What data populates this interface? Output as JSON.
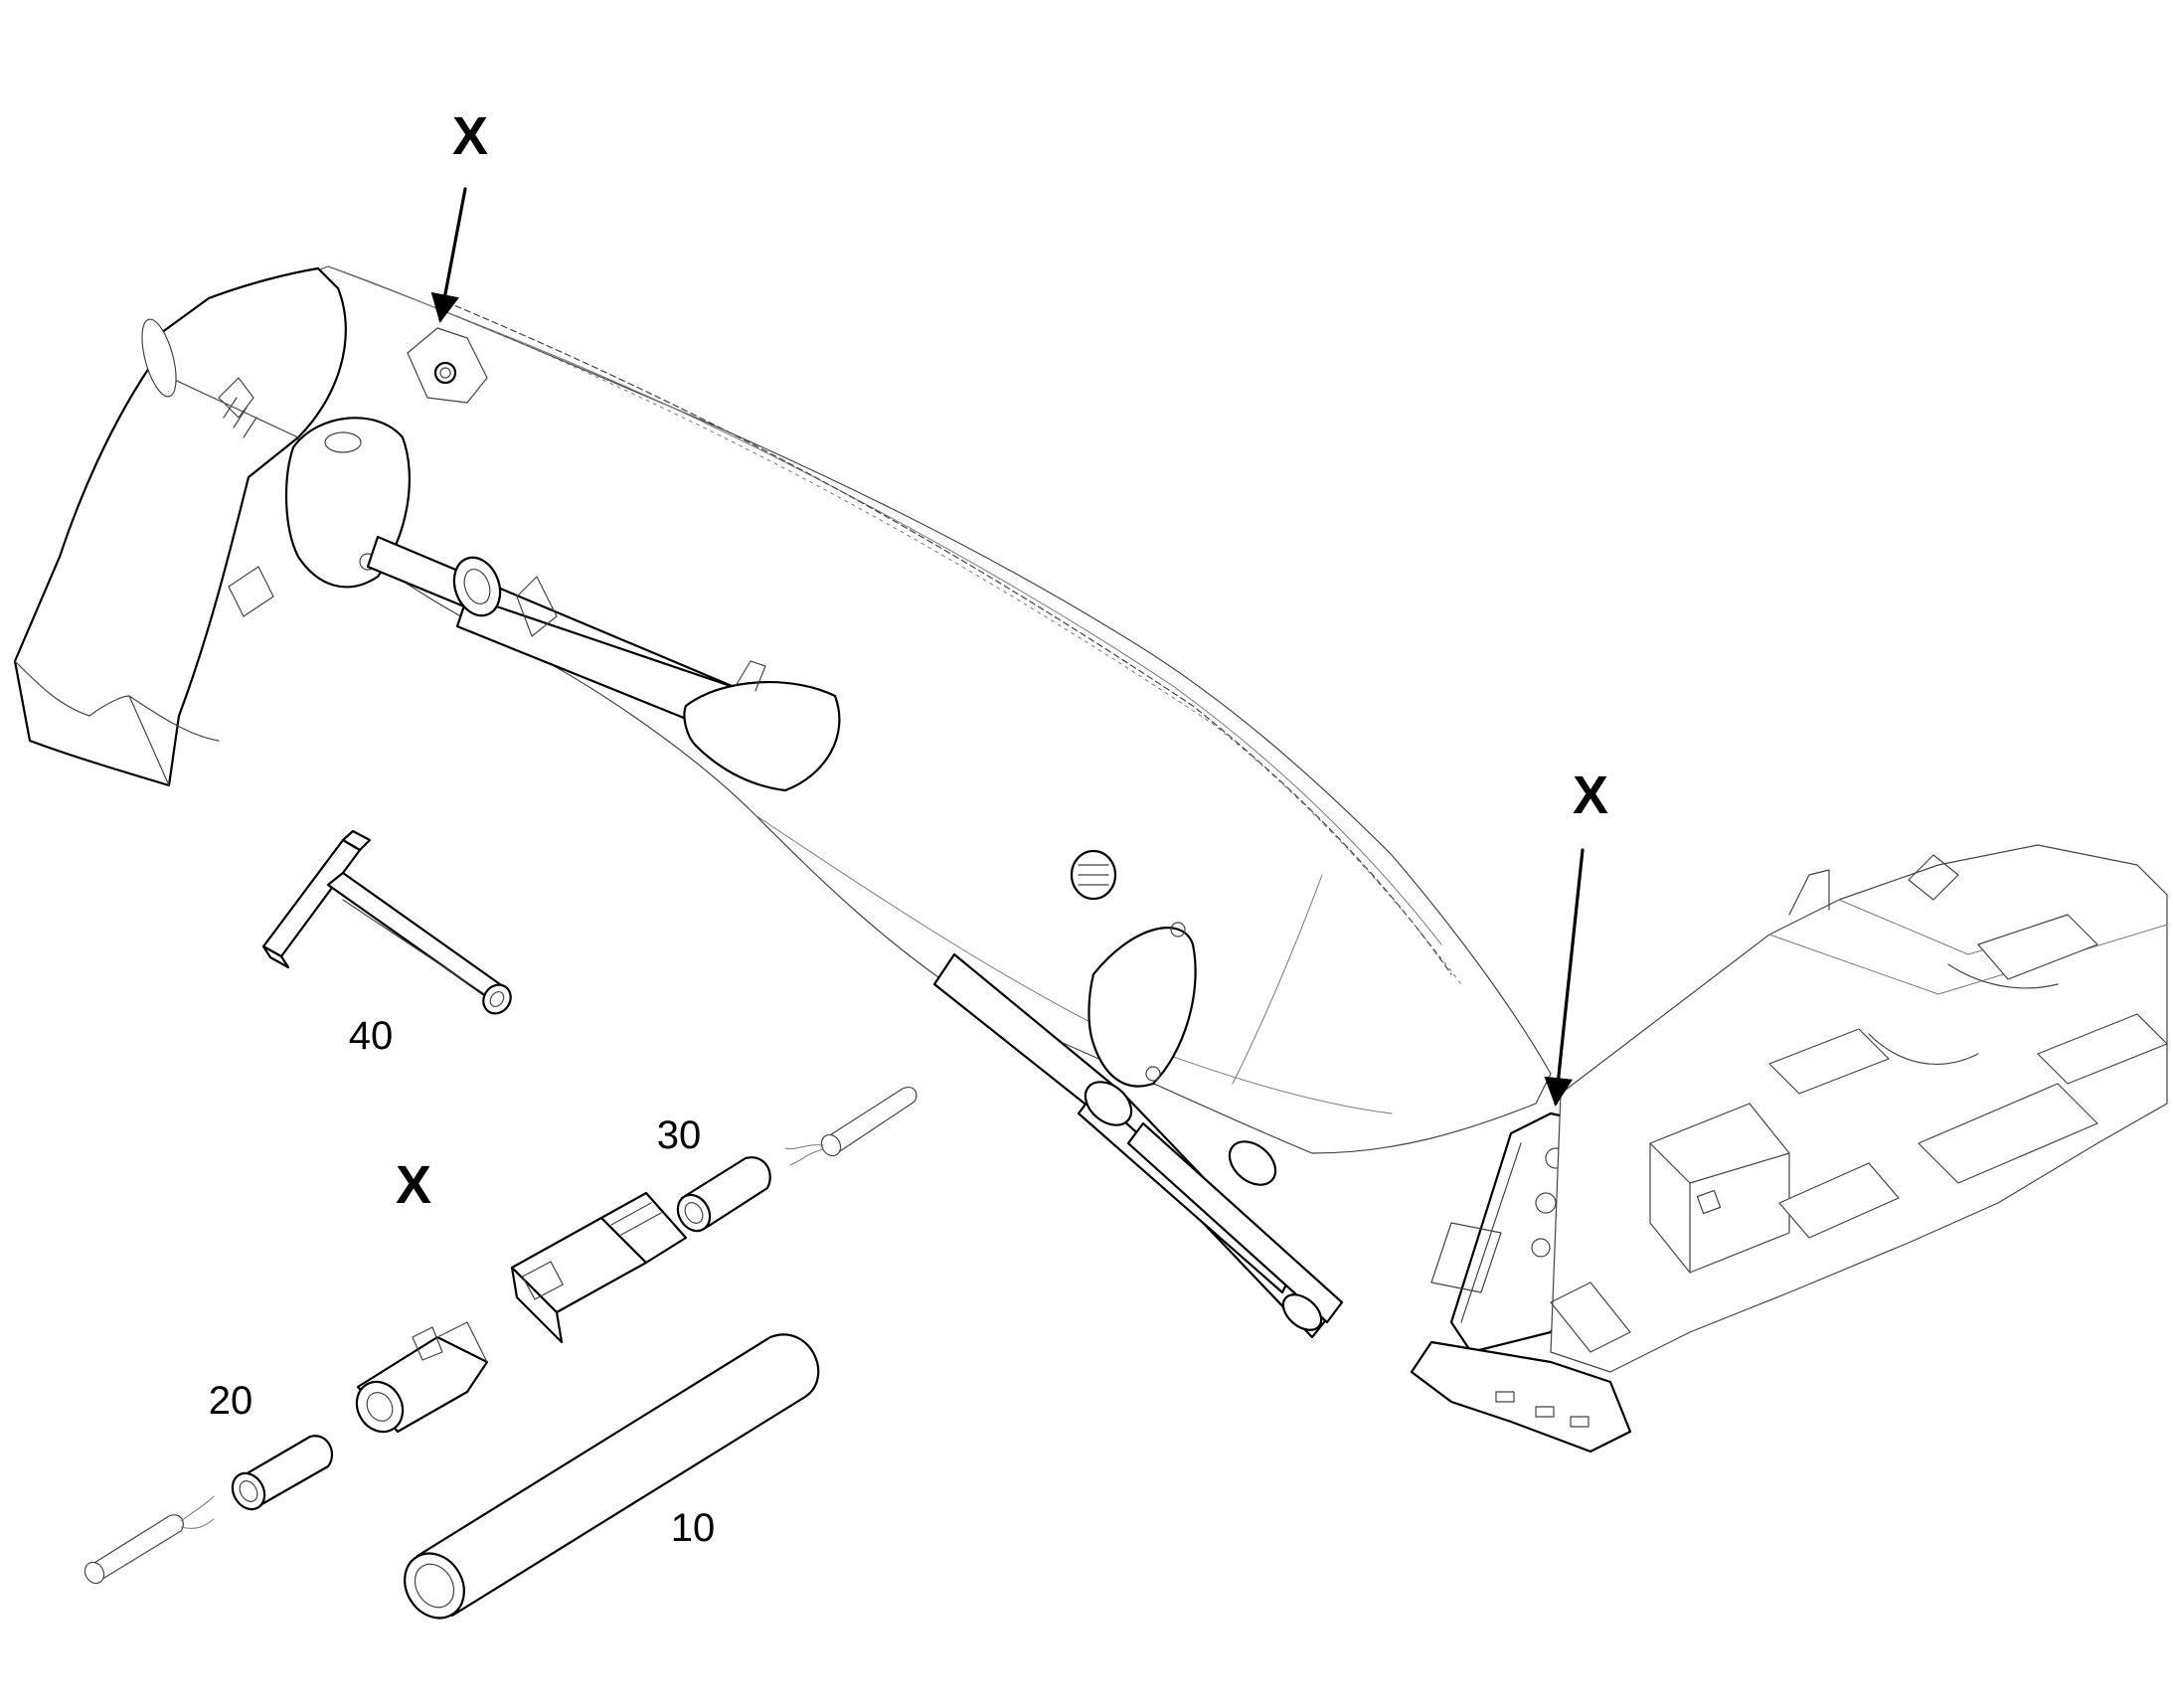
{
  "callouts": {
    "boom_top": "X",
    "boom_base": "X",
    "detail_group": "X"
  },
  "parts": {
    "sleeve_tube": "10",
    "seal_left": "20",
    "seal_right": "30",
    "extraction_tool": "40"
  }
}
